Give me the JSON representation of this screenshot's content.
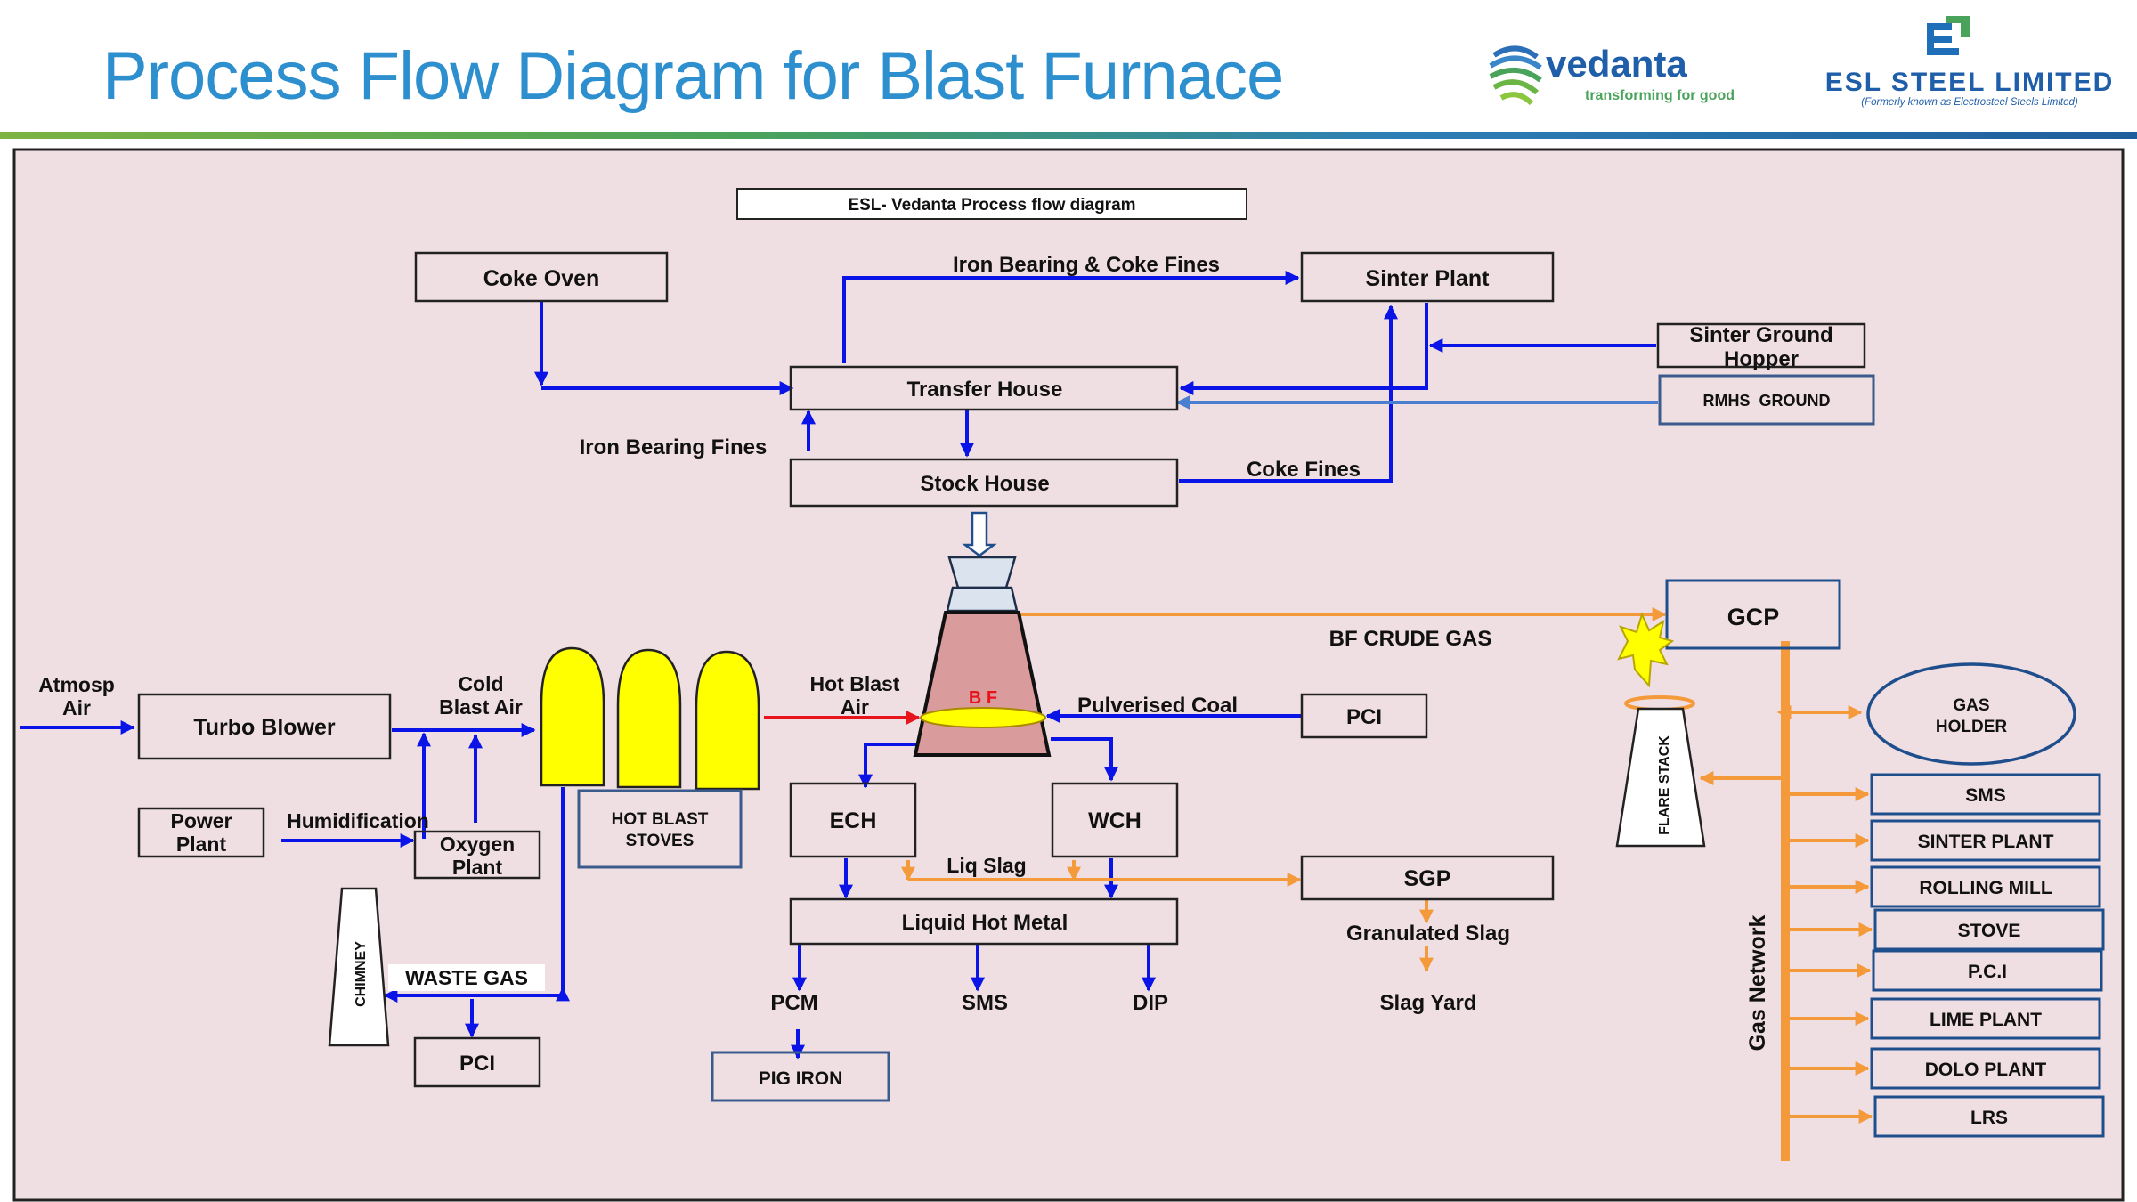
{
  "header": {
    "title": "Process Flow Diagram for Blast Furnace",
    "vedanta_name": "vedanta",
    "vedanta_tagline": "transforming for good",
    "esl_name": "ESL STEEL LIMITED",
    "esl_subtitle": "(Formerly known as Electrosteel Steels Limited)"
  },
  "colors": {
    "panel_bg": "#f0dfe2",
    "blue_flow": "#0a14e6",
    "orange_flow": "#f59a3a",
    "red_flow": "#e8141c",
    "stove_yellow": "#ffff00",
    "furnace_fill": "#d99b9b",
    "title_blue": "#2e8fcf"
  },
  "diagram": {
    "caption": "ESL- Vedanta Process flow diagram",
    "nodes": {
      "coke_oven": "Coke Oven",
      "sinter_plant": "Sinter Plant",
      "sinter_ground_hopper_1": "Sinter Ground",
      "sinter_ground_hopper_2": "Hopper",
      "rmhs_ground": "RMHS  GROUND",
      "transfer_house": "Transfer House",
      "stock_house": "Stock House",
      "gcp": "GCP",
      "pci_top": "PCI",
      "turbo_blower": "Turbo Blower",
      "power_plant_1": "Power",
      "power_plant_2": "Plant",
      "oxygen_plant_1": "Oxygen",
      "oxygen_plant_2": "Plant",
      "hot_blast_stoves_1": "HOT BLAST",
      "hot_blast_stoves_2": "STOVES",
      "ech": "ECH",
      "wch": "WCH",
      "sgp": "SGP",
      "liquid_hot_metal": "Liquid Hot Metal",
      "pci_bottom": "PCI",
      "pig_iron": "PIG IRON",
      "gas_holder_1": "GAS",
      "gas_holder_2": "HOLDER",
      "chimney": "CHIMNEY",
      "flare_stack": "FLARE STACK",
      "bf": "B F"
    },
    "labels": {
      "iron_bearing_coke_fines": "Iron Bearing & Coke Fines",
      "iron_bearing_fines": "Iron Bearing Fines",
      "coke_fines": "Coke Fines",
      "bf_crude_gas": "BF CRUDE GAS",
      "atmosp_1": "Atmosp",
      "atmosp_2": "Air",
      "cold_blast_1": "Cold",
      "cold_blast_2": "Blast Air",
      "hot_blast_1": "Hot Blast",
      "hot_blast_2": "Air",
      "pulverised_coal": "Pulverised Coal",
      "humidification": "Humidification",
      "waste_gas": "WASTE GAS",
      "liq_slag": "Liq Slag",
      "granulated_slag": "Granulated Slag",
      "slag_yard": "Slag Yard",
      "pcm": "PCM",
      "sms": "SMS",
      "dip": "DIP",
      "gas_network": "Gas Network"
    },
    "consumers": [
      "SMS",
      "SINTER PLANT",
      "ROLLING MILL",
      "STOVE",
      "P.C.I",
      "LIME PLANT",
      "DOLO PLANT",
      "LRS"
    ]
  }
}
